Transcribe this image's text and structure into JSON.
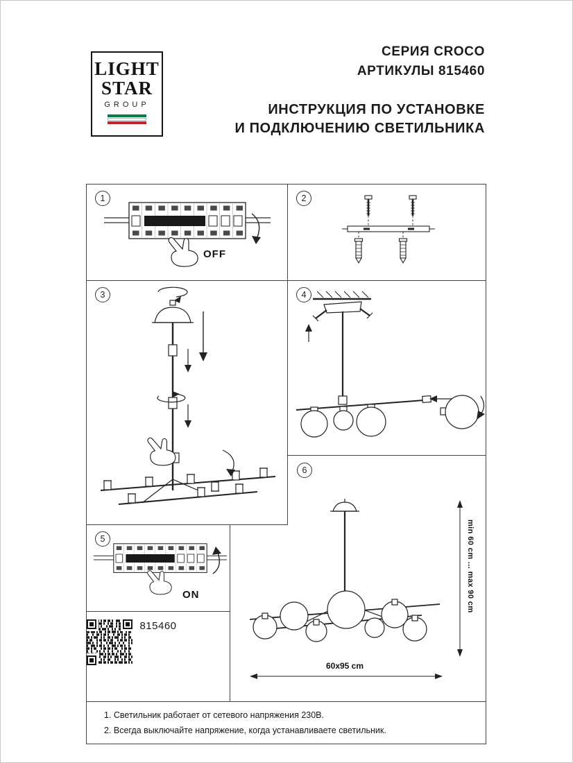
{
  "colors": {
    "ink": "#1f1f1f",
    "flag-green": "#00803e",
    "flag-red": "#c2242e"
  },
  "logo": {
    "line1": "LIGHT",
    "line2": "STAR",
    "line3": "GROUP"
  },
  "header": {
    "series": "СЕРИЯ CROCO",
    "article": "АРТИКУЛЫ 815460",
    "title_line1": "ИНСТРУКЦИЯ ПО УСТАНОВКЕ",
    "title_line2": "И ПОДКЛЮЧЕНИЮ СВЕТИЛЬНИКА"
  },
  "panels": {
    "p1": {
      "number": "1",
      "switch_label": "OFF"
    },
    "p2": {
      "number": "2"
    },
    "p3": {
      "number": "3"
    },
    "p4": {
      "number": "4"
    },
    "p5": {
      "number": "5",
      "switch_label": "ON"
    },
    "p6": {
      "number": "6",
      "height_range": "min 60 cm ... max 90 cm",
      "width_label": "60x95 cm"
    }
  },
  "article": {
    "number": "815460"
  },
  "footer": {
    "note1": "1. Светильник работает от сетевого напряжения 230В.",
    "note2": "2. Всегда выключайте напряжение, когда устанавливаете светильник."
  }
}
